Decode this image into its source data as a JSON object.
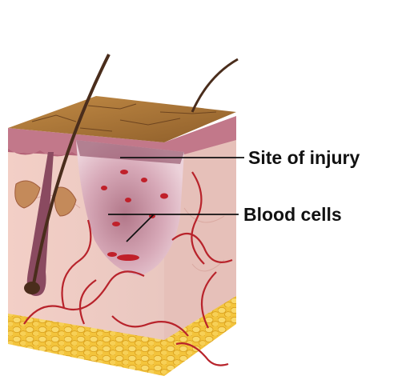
{
  "figure": {
    "subject": "skin cross-section with wound",
    "labels": [
      {
        "id": "site",
        "text": "Site of injury"
      },
      {
        "id": "blood",
        "text": "Blood cells"
      }
    ]
  },
  "colors": {
    "background": "#ffffff",
    "epidermis_surface": "#a87838",
    "epidermis_side": "#c27a8a",
    "dermis": "#efc9c2",
    "wound": "#d9a8b6",
    "blood": "#c0202a",
    "fat": "#f2c43a",
    "hair": "#4a2d1c",
    "leader_line": "#111111"
  }
}
